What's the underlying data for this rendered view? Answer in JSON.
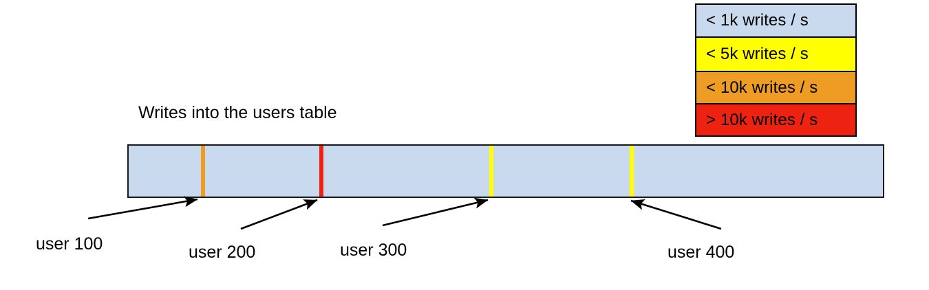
{
  "chart_data": {
    "type": "bar",
    "title": "Writes into the users table",
    "orientation": "horizontal-range",
    "description": "A single horizontal band representing the users table keyspace, shaded by write rate, with colored tick markers at user-id boundaries.",
    "xlabel": "",
    "ylabel": "",
    "grid": false,
    "legend_position": "top-right",
    "band_base_color": "#c9d9ee",
    "band_base_category": "< 1k writes / s",
    "categories": [
      "< 1k writes / s",
      "< 5k writes / s",
      "< 10k writes / s",
      "> 10k writes / s"
    ],
    "category_colors": [
      "#c9d9ee",
      "#ffff00",
      "#ef9c24",
      "#ee2211"
    ],
    "markers": [
      {
        "label": "user 100",
        "color": "#ef9c24",
        "category": "< 10k writes / s",
        "position_pct": 9.6
      },
      {
        "label": "user 200",
        "color": "#ee2211",
        "category": "> 10k writes / s",
        "position_pct": 25.3
      },
      {
        "label": "user 300",
        "color": "#ffff00",
        "category": "< 5k writes / s",
        "position_pct": 47.8
      },
      {
        "label": "user 400",
        "color": "#ffff00",
        "category": "< 5k writes / s",
        "position_pct": 66.4
      }
    ]
  },
  "legend": {
    "items": [
      {
        "label": "< 1k writes / s",
        "color": "#c9d9ee"
      },
      {
        "label": "< 5k writes / s",
        "color": "#ffff00"
      },
      {
        "label": "< 10k writes / s",
        "color": "#ef9c24"
      },
      {
        "label": "> 10k writes / s",
        "color": "#ee2211"
      }
    ]
  },
  "title": {
    "text": "Writes into the users table"
  },
  "callouts": [
    {
      "text": "user 100"
    },
    {
      "text": "user 200"
    },
    {
      "text": "user 300"
    },
    {
      "text": "user 400"
    }
  ],
  "colors": {
    "background": "#ffffff",
    "outline": "#1a1a1a",
    "text": "#000000",
    "arrow": "#000000",
    "band": "#c9d9ee",
    "yellow": "#ffff00",
    "orange": "#ef9c24",
    "red": "#ee2211"
  }
}
